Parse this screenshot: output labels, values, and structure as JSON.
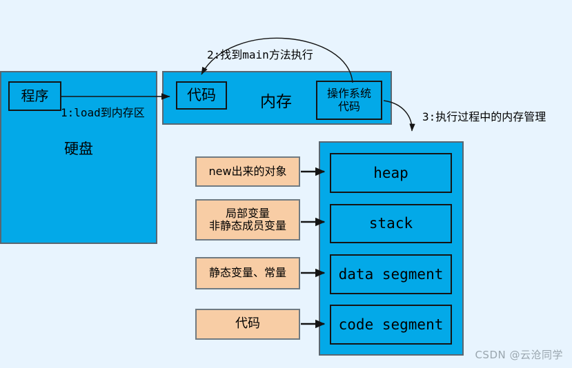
{
  "diagram": {
    "background_color": "#e8f4fe",
    "blue_color": "#03a9e8",
    "orange_color": "#f8cda5",
    "stroke_color": "#141414",
    "watermark": "CSDN @云沧同学"
  },
  "storage": {
    "disk_label": "硬盘",
    "program_label": "程序"
  },
  "memory": {
    "title": "内存",
    "code_label": "代码",
    "os_code_label": "操作系统\n代码"
  },
  "steps": {
    "step1": "1:load到内存区",
    "step2": "2:找到main方法执行",
    "step3": "3:执行过程中的内存管理"
  },
  "runtime_segments": [
    {
      "name": "heap",
      "source": "new出来的对象"
    },
    {
      "name": "stack",
      "source": "局部变量\n非静态成员变量"
    },
    {
      "name": "data segment",
      "source": "静态变量、常量"
    },
    {
      "name": "code segment",
      "source": "代码"
    }
  ]
}
